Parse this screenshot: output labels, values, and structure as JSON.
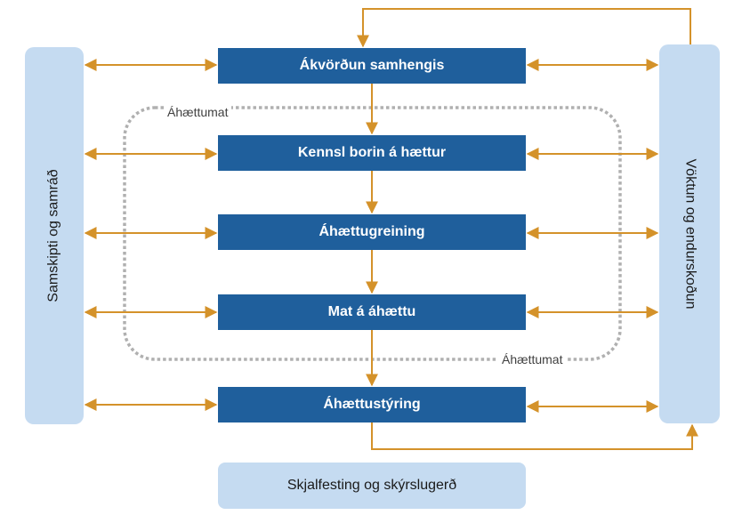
{
  "left_panel": {
    "label": "Samskipti og samráð"
  },
  "right_panel": {
    "label": "Vöktun og endurskoðun"
  },
  "steps": [
    {
      "label": "Ákvörðun samhengis"
    },
    {
      "label": "Kennsl borin á hættur"
    },
    {
      "label": "Áhættugreining"
    },
    {
      "label": "Mat á áhættu"
    },
    {
      "label": "Áhættustýring"
    }
  ],
  "group": {
    "label_top": "Áhættumat",
    "label_bottom": "Áhættumat"
  },
  "footer": {
    "label": "Skjalfesting og skýrslugerð"
  },
  "colors": {
    "step_fill": "#1f5f9c",
    "side_fill": "#c5dbf1",
    "arrow": "#d4922a",
    "dotted": "#b0b0b0"
  }
}
